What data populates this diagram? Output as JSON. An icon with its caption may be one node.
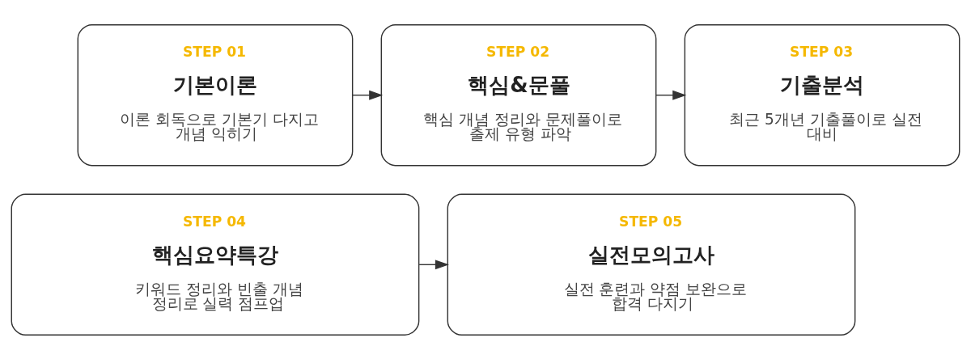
{
  "diagram": {
    "nodes": [
      {
        "text": [
          "STEP 01",
          "기본이론",
          "이론 회독으로 기본기 다지고 개념 익히기"
        ]
      },
      {
        "text": [
          "STEP 02",
          "핵심&문풀",
          "핵심 개념 정리와 문제풀이로 출제 유형 파악"
        ]
      },
      {
        "text": [
          "STEP 03",
          "기출분석",
          "최근 5개년 기출풀이로 실전 대비"
        ]
      },
      {
        "text": [
          "STEP 04",
          "핵심요약특강",
          "키워드 정리와 빈출 개념 정리로 실력 점프업"
        ]
      },
      {
        "text": [
          "STEP 05",
          "실전모의고사",
          "실전 훈련과 약점 보완으로 합격 다지기"
        ]
      }
    ],
    "edges": [
      {
        "from": 0,
        "to": 1,
        "arrow": "to"
      },
      {
        "from": 1,
        "to": 2,
        "arrow": "to"
      },
      {
        "from": 3,
        "to": 4,
        "arrow": "to"
      }
    ]
  }
}
